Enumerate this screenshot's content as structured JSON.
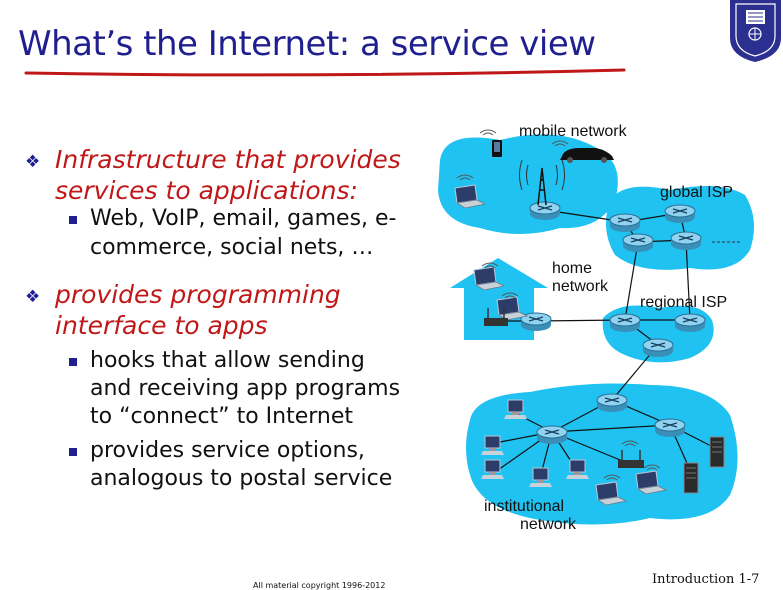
{
  "slide": {
    "title": "What’s the Internet: a service view",
    "bullets": [
      {
        "lines": [
          "Infrastructure that provides",
          "services to applications:"
        ],
        "subitems": [
          {
            "lines": [
              "Web, VoIP, email, games, e-",
              "commerce, social nets, …"
            ]
          }
        ]
      },
      {
        "lines": [
          "provides programming",
          "interface to apps"
        ],
        "subitems": [
          {
            "lines": [
              "hooks that allow sending",
              "and receiving  app programs",
              "to “connect” to Internet"
            ]
          },
          {
            "lines": [
              "provides service options,",
              "analogous to postal service"
            ]
          }
        ]
      }
    ],
    "footer": "All material copyright 1996-2012",
    "page_number": "Introduction 1-7"
  },
  "network": {
    "labels": {
      "mobile": "mobile network",
      "global": "global ISP",
      "home_1": "home",
      "home_2": "network",
      "regional": "regional ISP",
      "inst_1": "institutional",
      "inst_2": "network"
    }
  },
  "colors": {
    "title": "#1f1f8f",
    "bullet_red": "#c01818",
    "network_blue": "#1fc2f0",
    "router": "#59b7de"
  }
}
